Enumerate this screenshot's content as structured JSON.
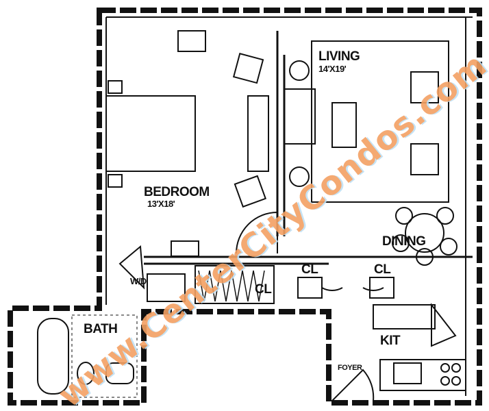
{
  "rooms": {
    "bedroom": {
      "name": "BEDROOM",
      "size": "13'X18'"
    },
    "living": {
      "name": "LIVING",
      "size": "14'X19'"
    },
    "dining": {
      "name": "DINING"
    },
    "kitchen": {
      "name": "KIT"
    },
    "bath": {
      "name": "BATH"
    },
    "foyer": {
      "name": "FOYER"
    },
    "washer_dryer": {
      "name": "W/D"
    },
    "closets": [
      "CL",
      "CL",
      "CL"
    ]
  },
  "watermark": "www.CenterCityCondos.com",
  "colors": {
    "watermark": "#f3a063",
    "ink": "#111111"
  }
}
